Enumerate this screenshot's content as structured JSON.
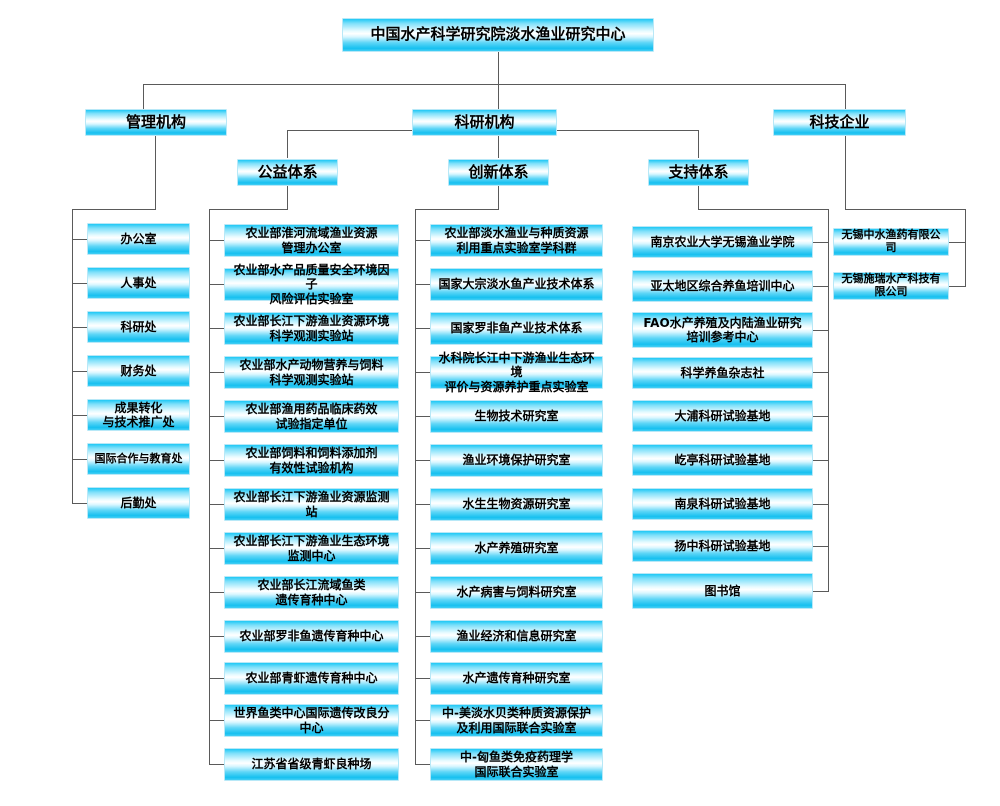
{
  "meta": {
    "title": "中国水产科学研究院淡水渔业研究中心",
    "accent": "#17c4f2",
    "line_color": "#5a5a5a",
    "background": "#ffffff"
  },
  "root": {
    "label": "中国水产科学研究院淡水渔业研究中心"
  },
  "level1": [
    {
      "label": "管理机构"
    },
    {
      "label": "科研机构"
    },
    {
      "label": "科技企业"
    }
  ],
  "level2": [
    {
      "label": "公益体系"
    },
    {
      "label": "创新体系"
    },
    {
      "label": "支持体系"
    }
  ],
  "columns": {
    "management": {
      "header": "管理机构",
      "items": [
        {
          "label": "办公室"
        },
        {
          "label": "人事处"
        },
        {
          "label": "科研处"
        },
        {
          "label": "财务处"
        },
        {
          "label": "成果转化\n与技术推广处"
        },
        {
          "label": "国际合作与教育处"
        },
        {
          "label": "后勤处"
        }
      ]
    },
    "public_welfare": {
      "header": "公益体系",
      "items": [
        {
          "label": "农业部淮河流域渔业资源\n管理办公室"
        },
        {
          "label": "农业部水产品质量安全环境因子\n风险评估实验室"
        },
        {
          "label": "农业部长江下游渔业资源环境\n科学观测实验站"
        },
        {
          "label": "农业部水产动物营养与饲料\n科学观测实验站"
        },
        {
          "label": "农业部渔用药品临床药效\n试验指定单位"
        },
        {
          "label": "农业部饲料和饲料添加剂\n有效性试验机构"
        },
        {
          "label": "农业部长江下游渔业资源监测站"
        },
        {
          "label": "农业部长江下游渔业生态环境\n监测中心"
        },
        {
          "label": "农业部长江流域鱼类\n遗传育种中心"
        },
        {
          "label": "农业部罗非鱼遗传育种中心"
        },
        {
          "label": "农业部青虾遗传育种中心"
        },
        {
          "label": "世界鱼类中心国际遗传改良分中心"
        },
        {
          "label": "江苏省省级青虾良种场"
        }
      ]
    },
    "innovation": {
      "header": "创新体系",
      "items": [
        {
          "label": "农业部淡水渔业与种质资源\n利用重点实验室学科群"
        },
        {
          "label": "国家大宗淡水鱼产业技术体系"
        },
        {
          "label": "国家罗非鱼产业技术体系"
        },
        {
          "label": "水科院长江中下游渔业生态环境\n评价与资源养护重点实验室"
        },
        {
          "label": "生物技术研究室"
        },
        {
          "label": "渔业环境保护研究室"
        },
        {
          "label": "水生生物资源研究室"
        },
        {
          "label": "水产养殖研究室"
        },
        {
          "label": "水产病害与饲料研究室"
        },
        {
          "label": "渔业经济和信息研究室"
        },
        {
          "label": "水产遗传育种研究室"
        },
        {
          "label": "中-美淡水贝类种质资源保护\n及利用国际联合实验室"
        },
        {
          "label": "中-匈鱼类免疫药理学\n国际联合实验室"
        }
      ]
    },
    "support": {
      "header": "支持体系",
      "items": [
        {
          "label": "南京农业大学无锡渔业学院"
        },
        {
          "label": "亚太地区综合养鱼培训中心"
        },
        {
          "label": "FAO水产养殖及内陆渔业研究\n培训参考中心"
        },
        {
          "label": "科学养鱼杂志社"
        },
        {
          "label": "大浦科研试验基地"
        },
        {
          "label": "屹亭科研试验基地"
        },
        {
          "label": "南泉科研试验基地"
        },
        {
          "label": "扬中科研试验基地"
        },
        {
          "label": "图书馆"
        }
      ]
    },
    "enterprise": {
      "header": "科技企业",
      "items": [
        {
          "label": "无锡中水渔药有限公司"
        },
        {
          "label": "无锡施瑞水产科技有限公司"
        }
      ]
    }
  }
}
